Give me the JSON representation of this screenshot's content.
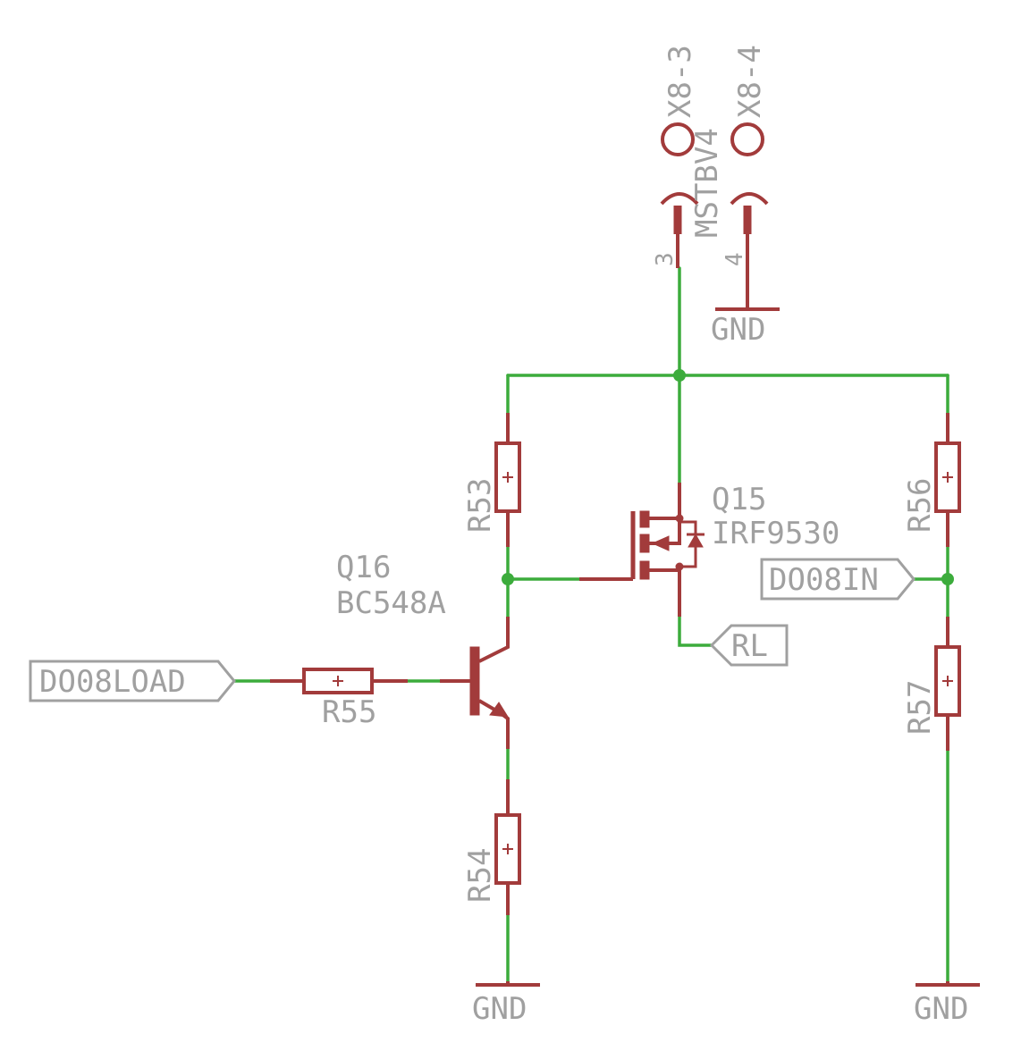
{
  "colors": {
    "wire": "#3cac3c",
    "component": "#a23b3b",
    "text": "#a0a0a0",
    "background": "#ffffff"
  },
  "connector": {
    "name": "MSTBV4",
    "pins": [
      {
        "ref": "X8-3",
        "number": "3"
      },
      {
        "ref": "X8-4",
        "number": "4"
      }
    ]
  },
  "components": {
    "R53": {
      "ref": "R53"
    },
    "R54": {
      "ref": "R54"
    },
    "R55": {
      "ref": "R55"
    },
    "R56": {
      "ref": "R56"
    },
    "R57": {
      "ref": "R57"
    },
    "Q15": {
      "ref": "Q15",
      "value": "IRF9530"
    },
    "Q16": {
      "ref": "Q16",
      "value": "BC548A"
    }
  },
  "net_labels": {
    "load": "DO08LOAD",
    "in": "DO08IN",
    "rl": "RL"
  },
  "ground": "GND"
}
